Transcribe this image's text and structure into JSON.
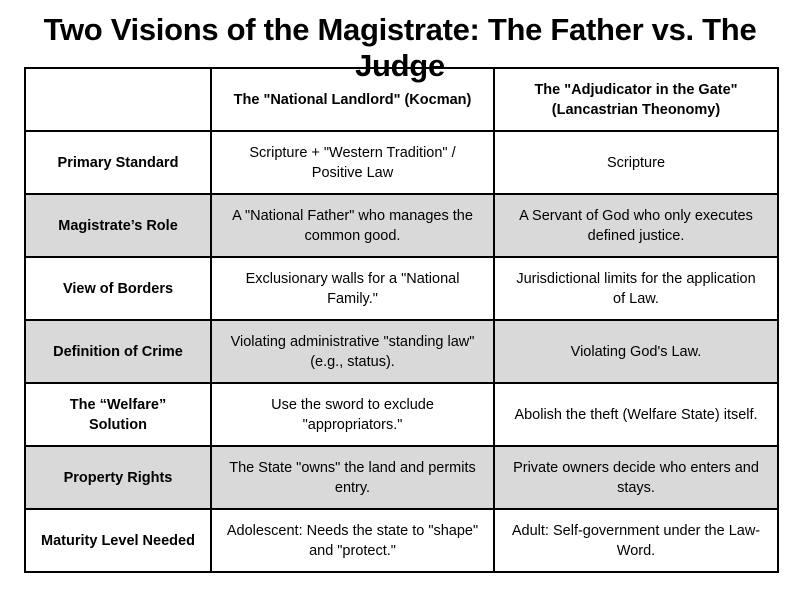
{
  "title": "Two Visions of the Magistrate: The Father vs. The Judge",
  "table": {
    "headers": [
      "",
      "The \"National Landlord\" (Kocman)",
      "The \"Adjudicator in the Gate\" (Lancastrian Theonomy)"
    ],
    "rows": [
      [
        "Primary Standard",
        "Scripture + \"Western Tradition\" / Positive Law",
        "Scripture"
      ],
      [
        "Magistrate’s Role",
        "A \"National Father\" who manages the common good.",
        "A Servant of God who only executes defined justice."
      ],
      [
        "View of Borders",
        "Exclusionary walls for a \"National Family.\"",
        "Jurisdictional limits for the application of Law."
      ],
      [
        "Definition of Crime",
        "Violating administrative \"standing law\" (e.g., status).",
        "Violating God's Law."
      ],
      [
        "The “Welfare” Solution",
        "Use the sword to exclude \"appropriators.\"",
        "Abolish the theft (Welfare State) itself."
      ],
      [
        "Property Rights",
        "The State \"owns\" the land and permits entry.",
        "Private owners decide who enters and stays."
      ],
      [
        "Maturity Level Needed",
        "Adolescent: Needs the state to \"shape\" and \"protect.\"",
        "Adult: Self-government under the Law-Word."
      ]
    ]
  },
  "colors": {
    "stripe": "#d9d9d9",
    "border": "#000000"
  }
}
